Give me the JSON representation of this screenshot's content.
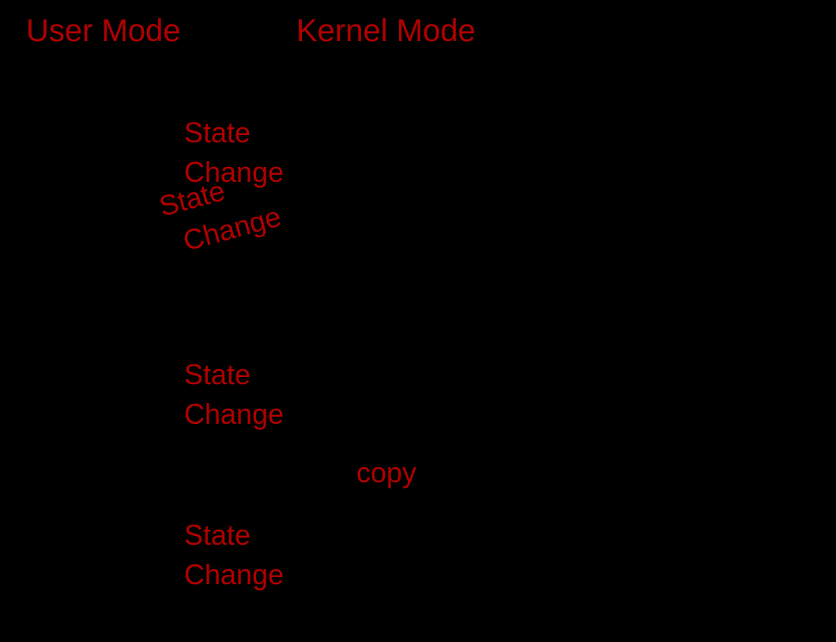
{
  "diagram": {
    "title": "User Mode / Kernel Mode State Change",
    "background_color": "#000000",
    "text_color": "#b00000",
    "headings": {
      "user_mode": "User Mode",
      "kernel_mode": "Kernel Mode"
    },
    "transitions": [
      {
        "id": "state-change-1",
        "line1": "State",
        "line2": "Change",
        "rotation_deg": 0
      },
      {
        "id": "state-change-2",
        "line1": "State",
        "line2": "Change",
        "rotation_deg": -15
      },
      {
        "id": "state-change-3",
        "line1": "State",
        "line2": "Change",
        "rotation_deg": 0
      },
      {
        "id": "state-change-4",
        "line1": "State",
        "line2": "Change",
        "rotation_deg": 0
      }
    ],
    "operations": {
      "copy": "copy"
    }
  }
}
